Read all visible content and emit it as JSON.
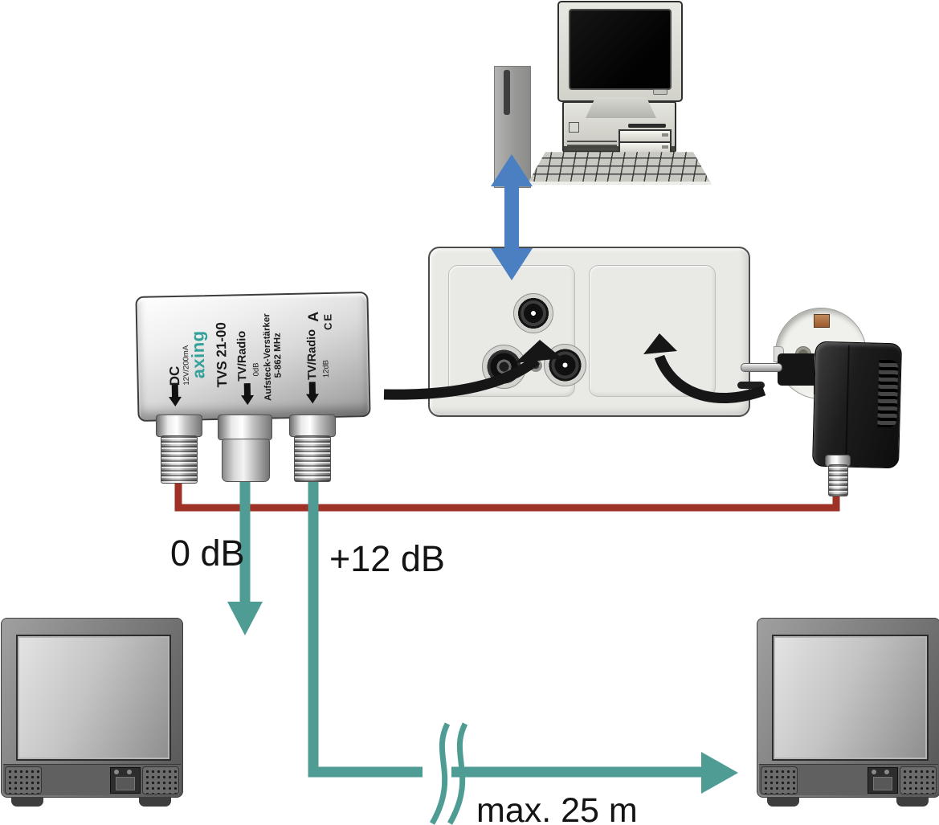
{
  "colors": {
    "teal": "#4f9c94",
    "red": "#9e3226",
    "blue": "#4a80c1",
    "ink": "#161616",
    "logo": "#33a199"
  },
  "labels": {
    "tap_gain": "0 dB",
    "out_gain": "+12 dB",
    "max_cable": "max. 25 m"
  },
  "amplifier": {
    "brand": "axing",
    "model": "TVS 21-00",
    "dc_label": "DC",
    "dc_rating": "12V/200mA",
    "tap_label": "TV/Radio",
    "tap_gain": "0dB",
    "type_line1": "Aufsteck-Verstärker",
    "type_line2": "5-862 MHz",
    "cert_a": "A",
    "cert_ce": "CE",
    "out_label": "TV/Radio",
    "out_gain": "12dB"
  }
}
